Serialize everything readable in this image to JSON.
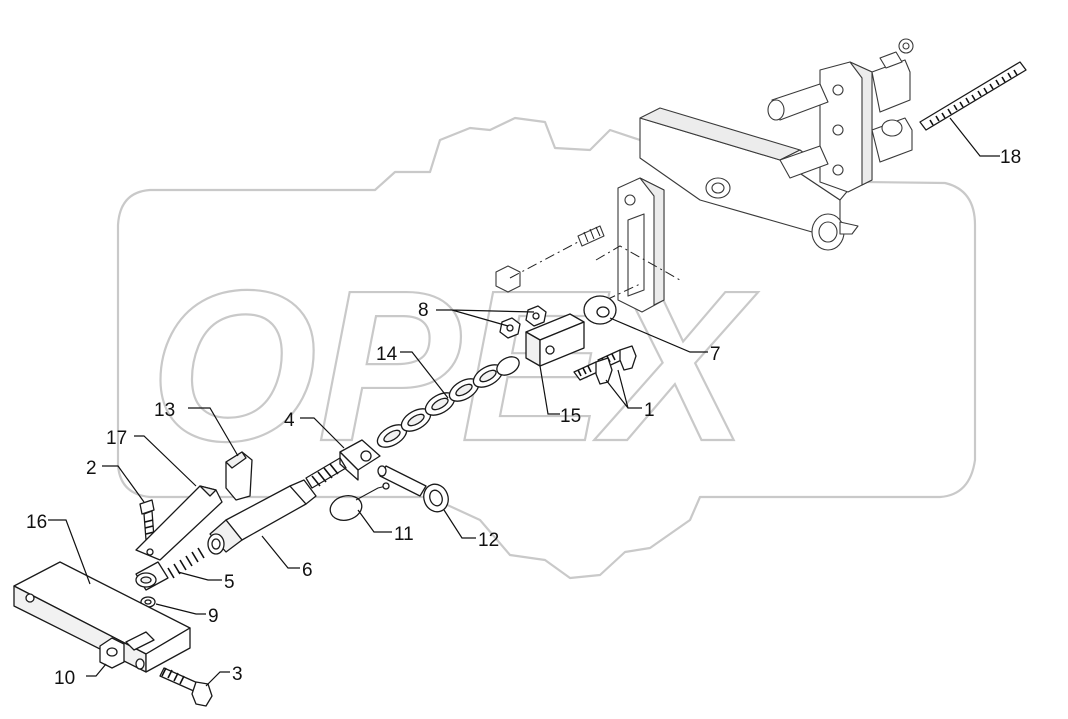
{
  "diagram": {
    "watermark": "OPEX",
    "callouts": {
      "c1": "1",
      "c2": "2",
      "c3": "3",
      "c4": "4",
      "c5": "5",
      "c6": "6",
      "c7": "7",
      "c8": "8",
      "c9": "9",
      "c10": "10",
      "c11": "11",
      "c12": "12",
      "c13": "13",
      "c14": "14",
      "c15": "15",
      "c16": "16",
      "c17": "17",
      "c18": "18"
    }
  }
}
